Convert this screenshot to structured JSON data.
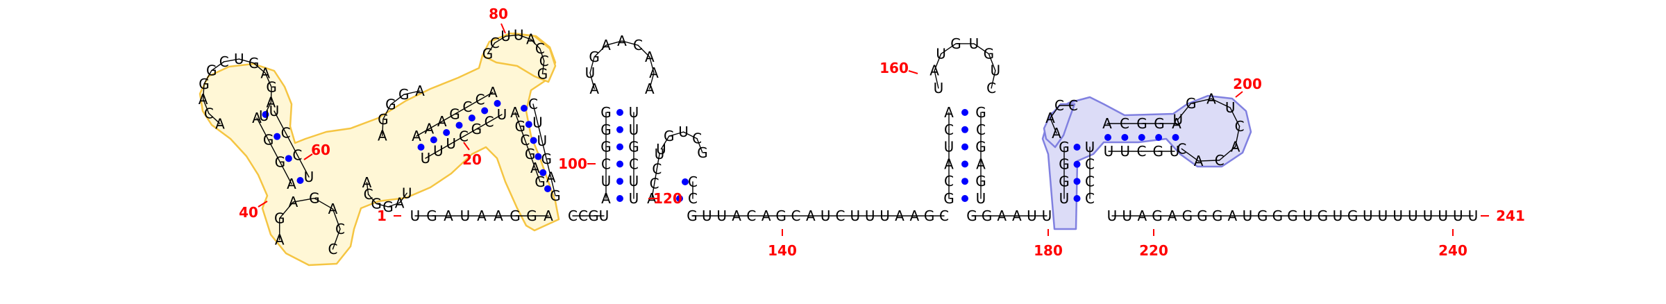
{
  "colors": {
    "highlight_yellow": "#f5c542",
    "highlight_blue": "#8080e0",
    "base_pair_dot": "#0000ff",
    "number_label": "#ff0000"
  },
  "structure": {
    "start_label": "1",
    "end_label": "241",
    "position_labels": [
      "20",
      "40",
      "60",
      "80",
      "100",
      "120",
      "140",
      "160",
      "180",
      "200",
      "220",
      "240"
    ],
    "strand_5prime": "UGAUAAGGA",
    "strand_tail": "UUAGAGGGAUGGGUGUGUUUUUUUU",
    "linker_1": "CCGU",
    "linker_2": "GUUACAGCAUCUUUAAGC",
    "linker_3": "GGAAUU",
    "hairpin_100": {
      "stem_left": "AUCGGG",
      "stem_right": "UUGCUU",
      "loop": "AAACAAGUA"
    },
    "hairpin_120": {
      "stem_left": "ACCU",
      "stem_right": "CCGG",
      "loop": "UGUCG"
    },
    "hairpin_160": {
      "stem_left": "GCAUCA",
      "stem_right": "GCGAGU",
      "loop": "CUGUGUAU"
    },
    "junction_180": {
      "stem_left": "UGGG",
      "stem_right": "UCCC",
      "bridge": "AACC",
      "loop": "UGAUCACAC",
      "upper": "ACGGA",
      "lower": "UGCUU"
    },
    "domain_left": {
      "arm_upper": "AAAGCCA",
      "arm_lower": "UUUCGCU",
      "left_loop": "AGGGA",
      "loop_80": "GCUUACCG",
      "inner_stem": "AGCGAG",
      "inner_loop": "CUUGAG",
      "small_loop": "UAGGCA",
      "left_hairpin_loop": "ACAGGCUGAGAU",
      "lower_loop": "AGAGACC",
      "left_stem_a": "AGGA",
      "left_stem_b": "UCCU"
    }
  }
}
